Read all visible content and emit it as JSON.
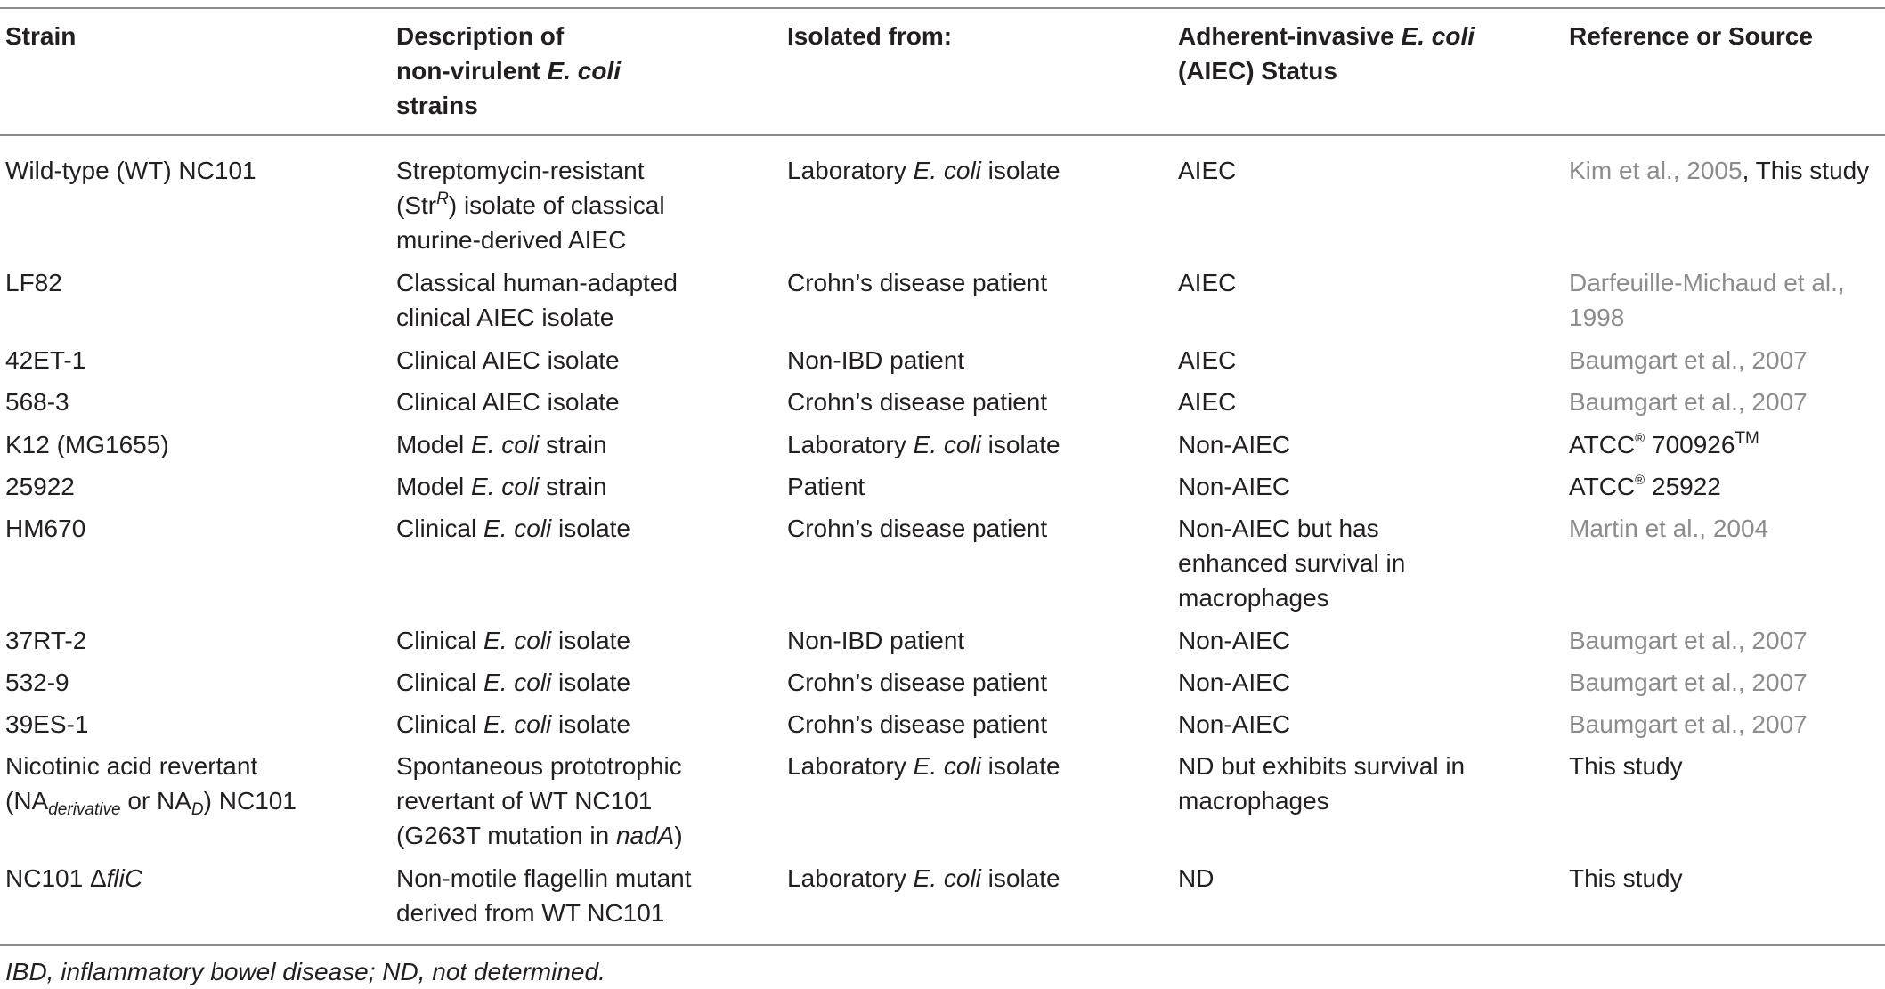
{
  "header": {
    "strain": "Strain",
    "description": [
      "Description of",
      "non-virulent ",
      "E. coli",
      "strains"
    ],
    "isolated": "Isolated from:",
    "aiec": [
      "Adherent-invasive ",
      "E. coli",
      "(AIEC) Status"
    ],
    "reference": "Reference or Source"
  },
  "rows": [
    {
      "strain": [
        "Wild-type (WT) NC101"
      ],
      "description": [
        "Streptomycin-resistant",
        "(Str",
        "R",
        ") isolate of classical",
        "murine-derived AIEC"
      ],
      "isolated": [
        "Laboratory ",
        "E. coli",
        " isolate"
      ],
      "status": [
        "AIEC"
      ],
      "reference": [
        "Kim et al., 2005",
        ", This study"
      ]
    },
    {
      "strain": [
        "LF82"
      ],
      "description": [
        "Classical human-adapted",
        "clinical AIEC isolate"
      ],
      "isolated": [
        "Crohn’s disease patient"
      ],
      "status": [
        "AIEC"
      ],
      "reference": [
        "Darfeuille-Michaud et al.,",
        "1998"
      ]
    },
    {
      "strain": [
        "42ET-1"
      ],
      "description": [
        "Clinical AIEC isolate"
      ],
      "isolated": [
        "Non-IBD patient"
      ],
      "status": [
        "AIEC"
      ],
      "reference": [
        "Baumgart et al., 2007"
      ]
    },
    {
      "strain": [
        "568-3"
      ],
      "description": [
        "Clinical AIEC isolate"
      ],
      "isolated": [
        "Crohn’s disease patient"
      ],
      "status": [
        "AIEC"
      ],
      "reference": [
        "Baumgart et al., 2007"
      ]
    },
    {
      "strain": [
        "K12 (MG1655)"
      ],
      "description": [
        "Model ",
        "E. coli",
        " strain"
      ],
      "isolated": [
        "Laboratory ",
        "E. coli",
        " isolate"
      ],
      "status": [
        "Non-AIEC"
      ],
      "reference": [
        "ATCC",
        "®",
        " 700926",
        "TM"
      ]
    },
    {
      "strain": [
        "25922"
      ],
      "description": [
        "Model ",
        "E. coli",
        " strain"
      ],
      "isolated": [
        "Patient"
      ],
      "status": [
        "Non-AIEC"
      ],
      "reference": [
        "ATCC",
        "®",
        " 25922"
      ]
    },
    {
      "strain": [
        "HM670"
      ],
      "description": [
        "Clinical ",
        "E. coli",
        " isolate"
      ],
      "isolated": [
        "Crohn’s disease patient"
      ],
      "status": [
        "Non-AIEC but has",
        "enhanced survival in",
        "macrophages"
      ],
      "reference": [
        "Martin et al., 2004"
      ]
    },
    {
      "strain": [
        "37RT-2"
      ],
      "description": [
        "Clinical ",
        "E. coli",
        " isolate"
      ],
      "isolated": [
        "Non-IBD patient"
      ],
      "status": [
        "Non-AIEC"
      ],
      "reference": [
        "Baumgart et al., 2007"
      ]
    },
    {
      "strain": [
        "532-9"
      ],
      "description": [
        "Clinical ",
        "E. coli",
        " isolate"
      ],
      "isolated": [
        "Crohn’s disease patient"
      ],
      "status": [
        "Non-AIEC"
      ],
      "reference": [
        "Baumgart et al., 2007"
      ]
    },
    {
      "strain": [
        "39ES-1"
      ],
      "description": [
        "Clinical ",
        "E. coli",
        " isolate"
      ],
      "isolated": [
        "Crohn’s disease patient"
      ],
      "status": [
        "Non-AIEC"
      ],
      "reference": [
        "Baumgart et al., 2007"
      ]
    },
    {
      "strain": [
        "Nicotinic acid revertant",
        "(NA",
        "derivative",
        " or NA",
        "D",
        ") NC101"
      ],
      "description": [
        "Spontaneous prototrophic",
        "revertant of WT NC101",
        "(G263T mutation in ",
        "nadA",
        ")"
      ],
      "isolated": [
        "Laboratory ",
        "E. coli",
        " isolate"
      ],
      "status": [
        "ND but exhibits survival in",
        "macrophages"
      ],
      "reference": [
        "This study"
      ]
    },
    {
      "strain": [
        "NC101 Δ",
        "fliC"
      ],
      "description": [
        "Non-motile flagellin mutant",
        "derived from WT NC101"
      ],
      "isolated": [
        "Laboratory ",
        "E. coli",
        " isolate"
      ],
      "status": [
        "ND"
      ],
      "reference": [
        "This study"
      ]
    }
  ],
  "footnote": "IBD, inflammatory bowel disease; ND, not determined."
}
